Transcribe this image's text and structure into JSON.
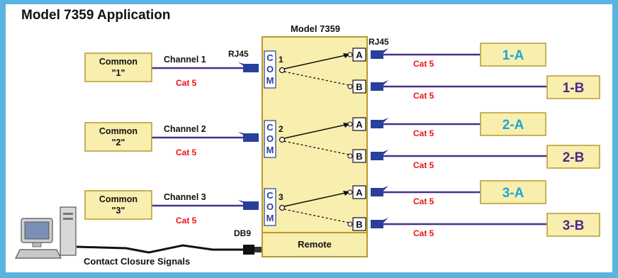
{
  "title": "Model 7359 Application",
  "device": {
    "label": "Model 7359",
    "remote_label": "Remote"
  },
  "connectors": {
    "rj45_left": "RJ45",
    "rj45_right": "RJ45",
    "db9": "DB9"
  },
  "com_letters": [
    "C",
    "O",
    "M"
  ],
  "channels": [
    {
      "number": "1",
      "label": "Channel 1",
      "cable": "Cat 5",
      "common": [
        "Common",
        "\"1\""
      ],
      "ports": [
        {
          "port": "A",
          "target": "1-A",
          "cable": "Cat 5"
        },
        {
          "port": "B",
          "target": "1-B",
          "cable": "Cat 5"
        }
      ]
    },
    {
      "number": "2",
      "label": "Channel 2",
      "cable": "Cat 5",
      "common": [
        "Common",
        "\"2\""
      ],
      "ports": [
        {
          "port": "A",
          "target": "2-A",
          "cable": "Cat 5"
        },
        {
          "port": "B",
          "target": "2-B",
          "cable": "Cat 5"
        }
      ]
    },
    {
      "number": "3",
      "label": "Channel 3",
      "cable": "Cat 5",
      "common": [
        "Common",
        "\"3\""
      ],
      "ports": [
        {
          "port": "A",
          "target": "3-A",
          "cable": "Cat 5"
        },
        {
          "port": "B",
          "target": "3-B",
          "cable": "Cat 5"
        }
      ]
    }
  ],
  "computer_caption": "Contact Closure Signals",
  "colors": {
    "frame": "#5ab4e0",
    "panel": "#ffffff",
    "box_fill": "#f8eeae",
    "box_border": "#b89a2e",
    "cable": "#4c2f8c",
    "connector": "#2a3f9c",
    "cat5_text": "#ee1111",
    "target_a_text": "#1aa6d8",
    "target_b_text": "#4a2a8a",
    "text": "#111111"
  },
  "icons": [
    "computer-icon",
    "rj45-plug-icon",
    "db9-plug-icon"
  ]
}
